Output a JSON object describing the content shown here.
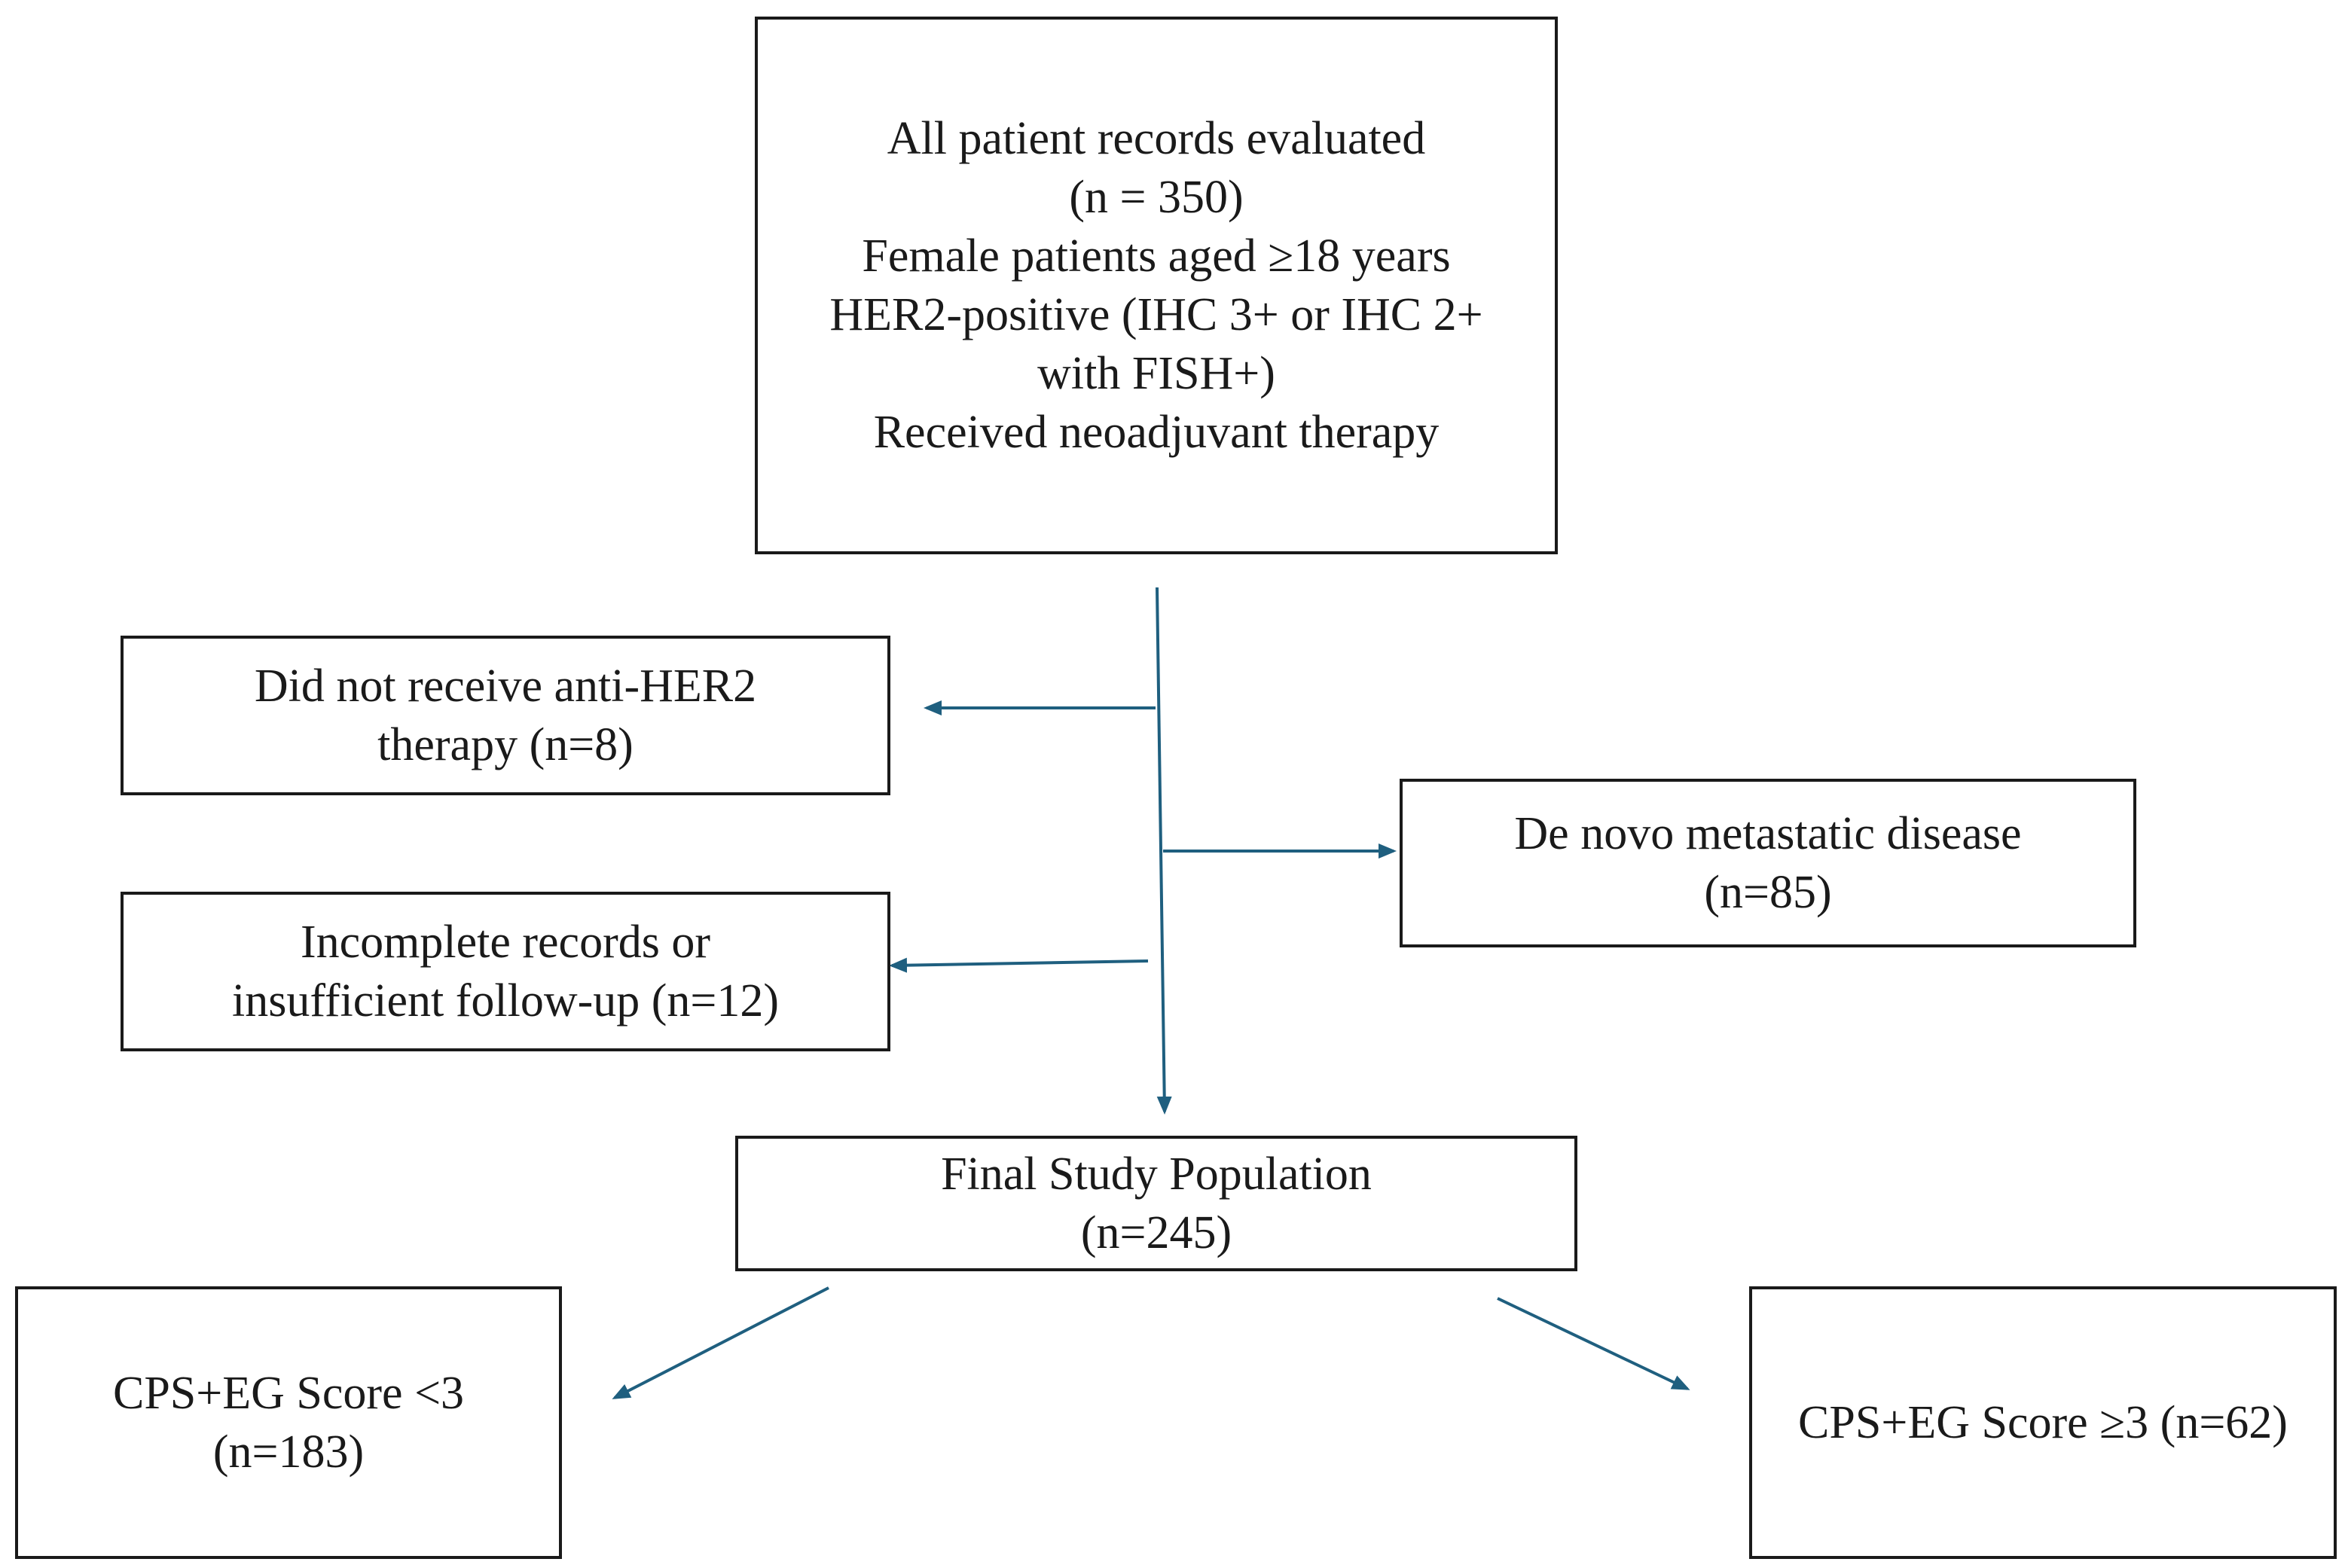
{
  "colors": {
    "arrow": "#1f5f7f",
    "border": "#1a1a1a",
    "background": "#ffffff"
  },
  "boxes": {
    "all_records": {
      "lines": [
        "All patient records evaluated",
        "(n = 350)",
        "Female patients aged ≥18 years",
        "HER2-positive (IHC 3+ or IHC 2+",
        "with FISH+)",
        "Received neoadjuvant therapy"
      ]
    },
    "no_anti_her2": {
      "lines": [
        "Did not receive anti-HER2",
        "therapy (n=8)"
      ]
    },
    "de_novo": {
      "lines": [
        "De novo metastatic disease",
        "(n=85)"
      ]
    },
    "incomplete": {
      "lines": [
        "Incomplete records or",
        "insufficient follow-up (n=12)"
      ]
    },
    "final": {
      "lines": [
        "Final Study Population",
        "(n=245)"
      ]
    },
    "score_low": {
      "lines": [
        "CPS+EG Score <3",
        "(n=183)"
      ]
    },
    "score_high": {
      "lines": [
        "CPS+EG Score ≥3 (n=62)"
      ]
    }
  }
}
